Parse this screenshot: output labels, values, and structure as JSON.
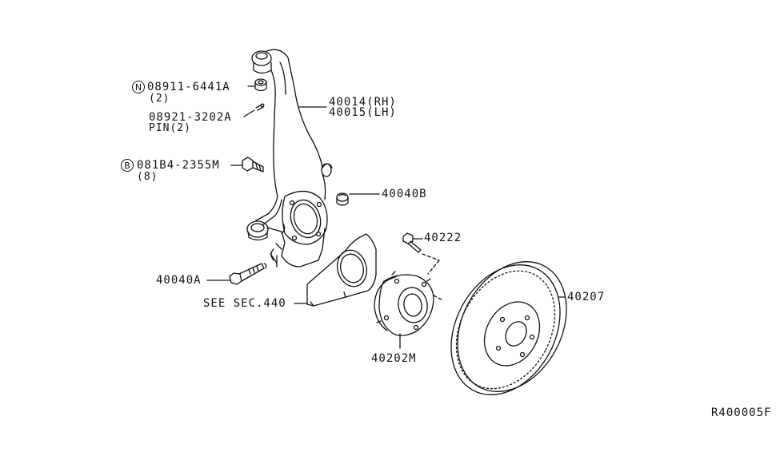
{
  "diagram": {
    "parts": {
      "nut_circle": "N",
      "nut_number": "08911-6441A",
      "nut_qty": "(2)",
      "pin_number": "08921-3202A",
      "pin_desc": "PIN(2)",
      "bolt_circle": "B",
      "bolt_number": "081B4-2355M",
      "bolt_qty": "(8)",
      "knuckle_rh": "40014(RH)",
      "knuckle_lh": "40015(LH)",
      "bushing_b": "40040B",
      "hub_bolt": "40222",
      "bushing_a": "40040A",
      "backing_plate_ref": "SEE SEC.440",
      "rotor": "40207",
      "hub_bearing": "40202M"
    },
    "diagram_code": "R400005F"
  },
  "colors": {
    "line": "#111111",
    "background": "#ffffff"
  }
}
